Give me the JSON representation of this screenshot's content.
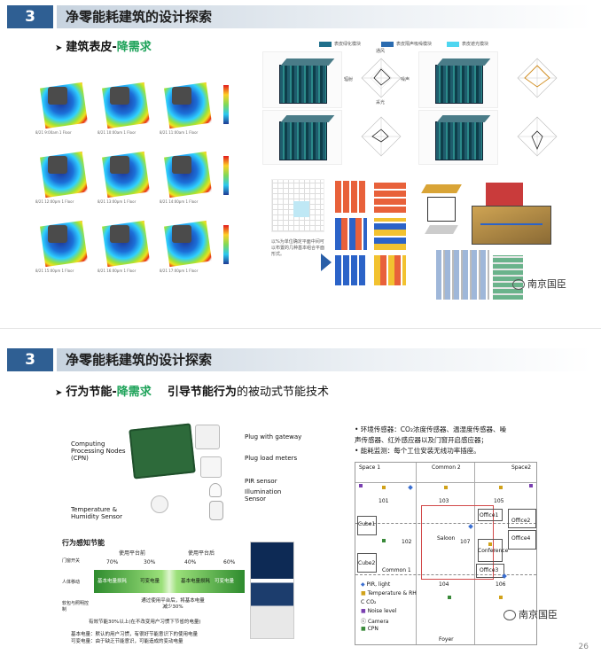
{
  "slide1": {
    "section_number": "3",
    "title": "净零能耗建筑的设计探索",
    "subtitle_prefix": "建筑表皮-",
    "subtitle_highlight": "降需求",
    "heatmap_captions": [
      "8/21 9:00am 1 Floor",
      "8/21 10:00am 1 Floor",
      "8/21 11:00am 1 Floor",
      "8/21 12:00pm 1 Floor",
      "8/21 13:00pm 1 Floor",
      "8/21 14:00pm 1 Floor",
      "8/21 15:00pm 1 Floor",
      "8/21 16:00pm 1 Floor",
      "8/21 17:00pm 1 Floor"
    ],
    "legend": [
      "表皮绿化模块",
      "表皮隔声吸噪模块",
      "表皮遮光模块"
    ],
    "radar_axes": {
      "top": "通风",
      "left": "辐射",
      "right": "噪声",
      "bottom": "采光"
    },
    "grid_caption": "以%为单位确定平面中间可以布置的几种基本组合平面形式。",
    "watermark": "南京国臣",
    "colors": {
      "accent_blue": "#2f5f93",
      "highlight_green": "#1fa35a"
    }
  },
  "slide2": {
    "section_number": "3",
    "title": "净零能耗建筑的设计探索",
    "subtitle_prefix": "行为节能-",
    "subtitle_highlight": "降需求",
    "subtitle_bold2": "引导节能行为",
    "subtitle_rest": "的被动式节能技术",
    "device_labels": {
      "cpn": "Computing Processing Nodes (CPN)",
      "gateway": "Plug with gateway",
      "load": "Plug load meters",
      "pir": "PIR sensor",
      "illum": "Illumination Sensor",
      "temp": "Temperature & Humidity Sensor"
    },
    "chart_title": "行为感知节能",
    "before_label": "使用平台前",
    "after_label": "使用平台后",
    "pct_before": [
      "70%",
      "30%"
    ],
    "pct_after": [
      "40%",
      "60%"
    ],
    "base_load": "基本电量损耗",
    "variable_load": "可变电量",
    "middle_note": "通过使用平台后，将基本电量减少30%",
    "bottom_note": "有效节能30%以上(在不改变用户习惯下节省的电量)",
    "icons_left": [
      "门窗开关",
      "人体移动",
      "软包与照明控制"
    ],
    "footnote1": "基本电量：默认的用户习惯，有很好节能意识下的使用电量",
    "footnote2": "可变电量：由于缺乏节能意识，可能造成的变动电量",
    "bullets": [
      "•  环境传感器：CO₂浓度传感器、温湿度传感器、噪",
      "   声传感器、红外感应器以及门窗开启感应器；",
      "•  能耗监测：每个工位安装无线功率插座。"
    ],
    "plan": {
      "rooms": [
        "Space 1",
        "Common 2",
        "Space2",
        "101",
        "103",
        "105",
        "Office1",
        "Cube1",
        "102",
        "Saloon",
        "107",
        "Office2",
        "Conference",
        "Office4",
        "Cube2",
        "Common 1",
        "Office3",
        "104",
        "106",
        "Foyer"
      ],
      "legend": [
        "PIR, light",
        "Temperature & RH",
        "CO₂",
        "Noise level",
        "Camera",
        "CPN"
      ]
    },
    "watermark": "南京国臣",
    "page_number": "26"
  }
}
